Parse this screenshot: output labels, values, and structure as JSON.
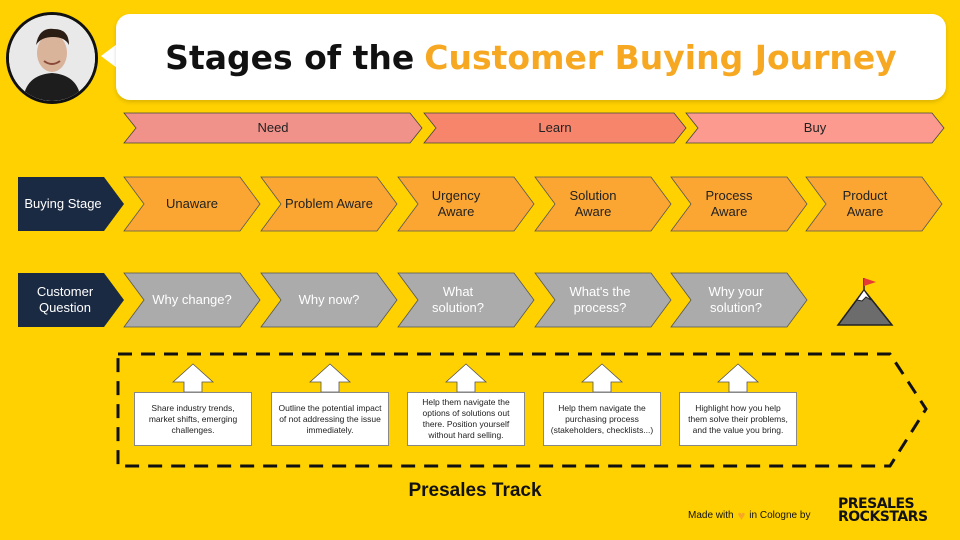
{
  "title": {
    "prefix": "Stages of the",
    "accent": "Customer Buying Journey"
  },
  "phases": [
    {
      "label": "Need"
    },
    {
      "label": "Learn"
    },
    {
      "label": "Buy"
    }
  ],
  "rows": {
    "buying_stage": {
      "header": "Buying Stage",
      "items": [
        "Unaware",
        "Problem Aware",
        "Urgency Aware",
        "Solution Aware",
        "Process Aware",
        "Product Aware"
      ]
    },
    "customer_question": {
      "header": "Customer Question",
      "items": [
        "Why change?",
        "Why now?",
        "What solution?",
        "What's the process?",
        "Why your solution?"
      ]
    }
  },
  "notes": [
    "Share industry trends, market shifts, emerging challenges.",
    "Outline the potential impact of not addressing the issue immediately.",
    "Help them navigate the options of solutions out there. Position yourself without hard selling.",
    "Help them navigate the purchasing process (stakeholders, checklists...)",
    "Highlight how you help them solve their problems, and the value you bring."
  ],
  "track_title": "Presales Track",
  "footer": {
    "made_with": "Made with",
    "in_city": "in Cologne by",
    "logo_line1": "PRESALES",
    "logo_line2": "ROCKSTARS"
  },
  "colors": {
    "background": "#FFD100",
    "need": "#F0918A",
    "learn": "#F7856C",
    "buy": "#FC9A8F",
    "stage": "#FBA632",
    "question": "#ABABAB",
    "header": "#1B2A43",
    "accent": "#F7A823"
  },
  "icons": [
    "avatar-photo",
    "mountain-flag-icon",
    "heart-icon",
    "up-arrow-icon"
  ]
}
